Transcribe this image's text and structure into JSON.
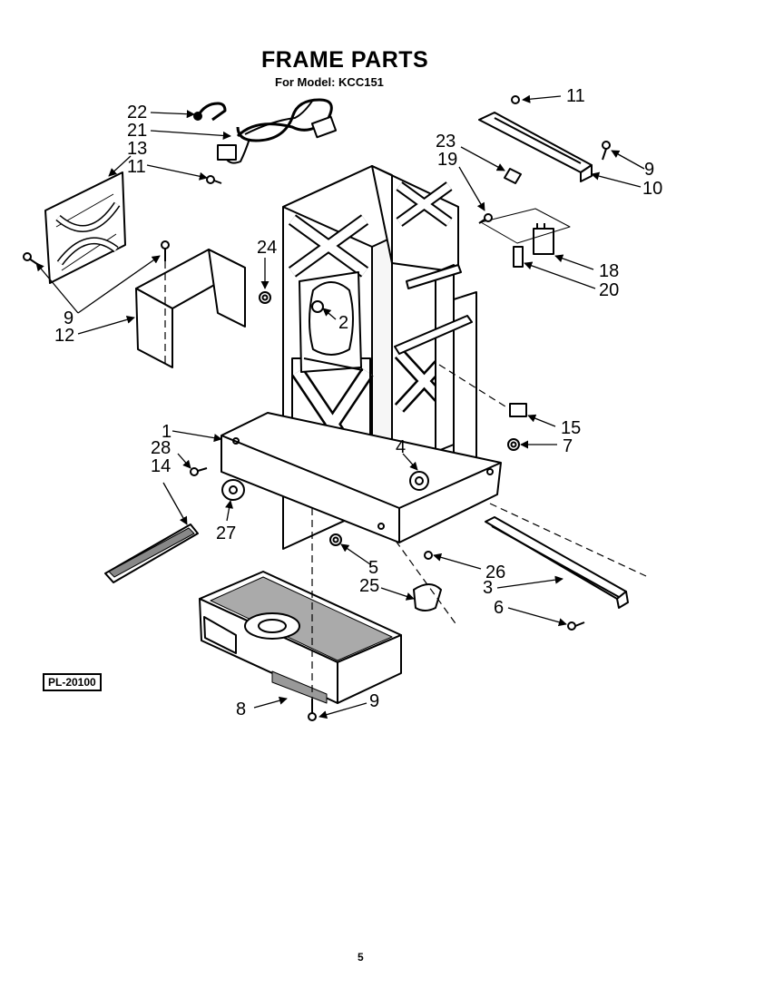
{
  "title": "FRAME PARTS",
  "subtitle": "For Model: KCC151",
  "plate_code": "PL-20100",
  "page_number": "5",
  "callouts": [
    "22",
    "21",
    "13",
    "11",
    "9",
    "12",
    "24",
    "2",
    "1",
    "28",
    "14",
    "27",
    "4",
    "5",
    "25",
    "26",
    "3",
    "6",
    "15",
    "7",
    "8",
    "9",
    "11",
    "23",
    "19",
    "9",
    "10",
    "18",
    "20"
  ]
}
